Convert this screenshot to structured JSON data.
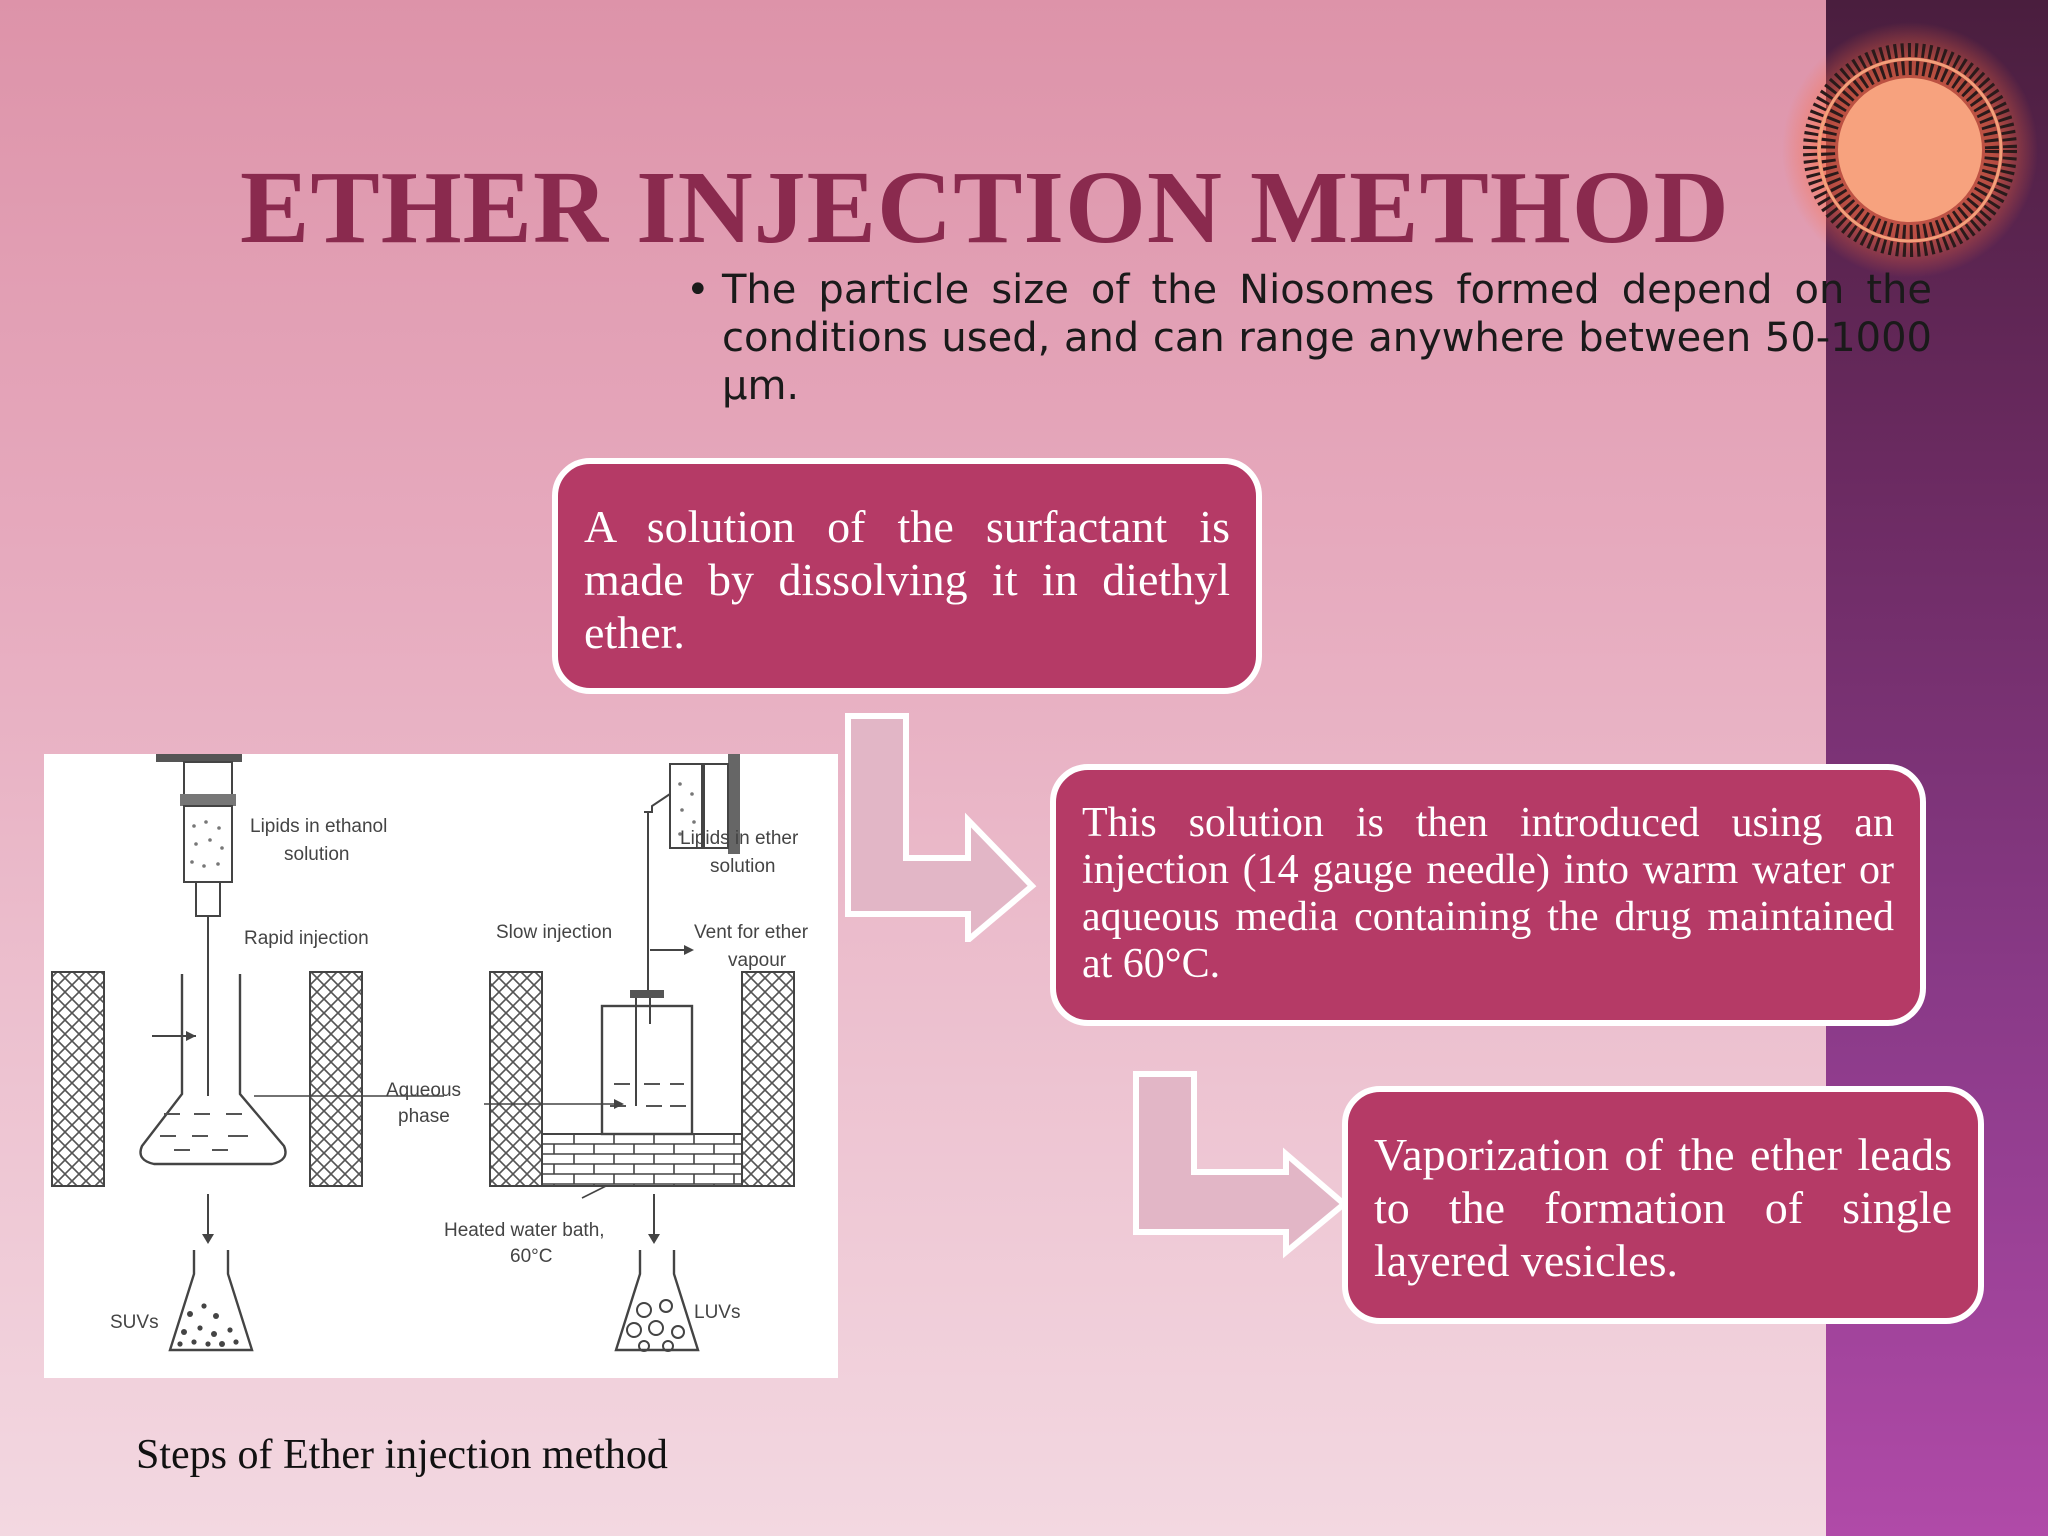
{
  "slide": {
    "title": "ETHER INJECTION METHOD",
    "bullets": [
      "The particle size of the Niosomes formed depend on the conditions used, and can range anywhere between 50-1000 µm."
    ]
  },
  "steps": [
    {
      "text": "A solution of the surfactant is made by dissolving it in diethyl ether."
    },
    {
      "text": "This solution is then introduced using an injection (14 gauge needle) into warm water or aqueous media containing the drug maintained at 60°C."
    },
    {
      "text": "Vaporization of the ether leads to the formation of single layered vesicles."
    }
  ],
  "figure": {
    "labels": {
      "lipids_ethanol_1": "Lipids in ethanol",
      "lipids_ethanol_2": "solution",
      "lipids_ether_1": "Lipids in ether",
      "lipids_ether_2": "solution",
      "rapid_injection": "Rapid injection",
      "slow_injection": "Slow injection",
      "vent_1": "Vent for ether",
      "vent_2": "vapour",
      "aqueous_1": "Aqueous",
      "aqueous_2": "phase",
      "heated_1": "Heated water bath,",
      "heated_2": "60°C",
      "suvs": "SUVs",
      "luvs": "LUVs"
    },
    "caption": "Steps of Ether injection method"
  },
  "colors": {
    "title": "#8a2a4e",
    "box_fill": "#b53a66",
    "box_border": "#ffffff",
    "arrow_fill": "#e2b6c6",
    "sidebar": "#6a2a60"
  }
}
